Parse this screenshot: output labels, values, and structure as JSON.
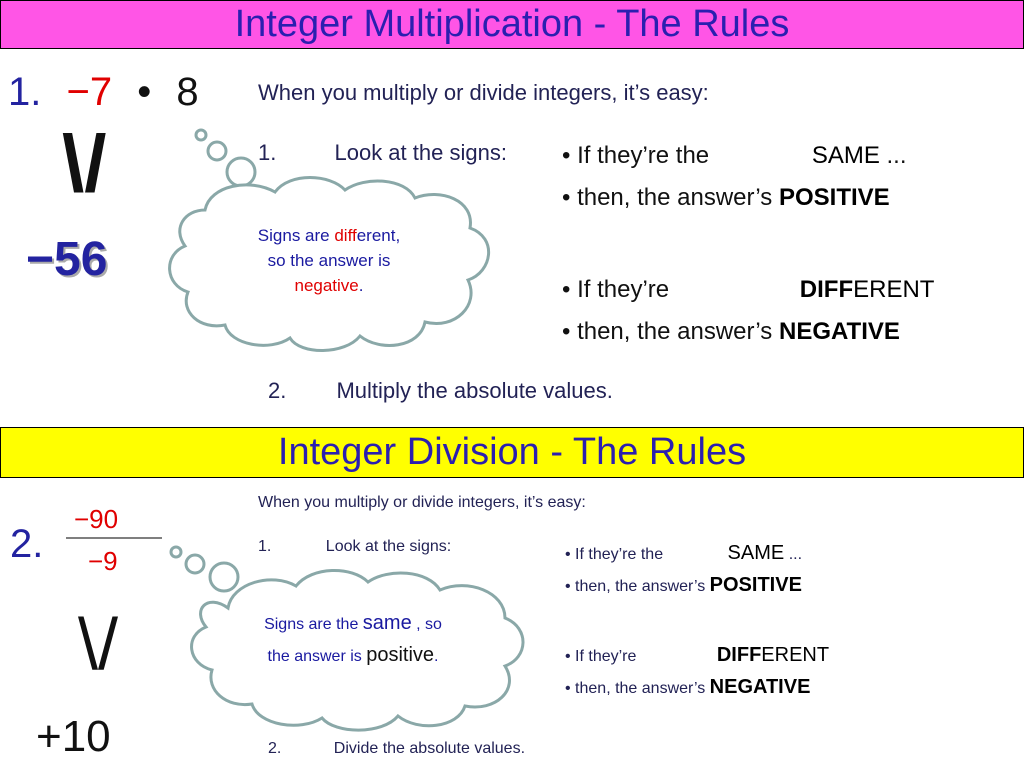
{
  "multiplication": {
    "title": "Integer Multiplication - The Rules",
    "example": {
      "number_label": "1.",
      "operand1": "−7",
      "operator": "•",
      "operand2": "8",
      "equals_glyph": "\\/",
      "result": "−56"
    },
    "intro": "When you multiply or divide integers, it’s easy:",
    "step1": {
      "num": "1.",
      "text": "Look at the signs:"
    },
    "rules": {
      "same_line_prefix": "• If they’re the",
      "same_word": "SAME",
      "same_suffix": "...",
      "positive_line_prefix": "• then, the answer’s",
      "positive_word": "POSITIVE",
      "diff_line_prefix": "• If they’re",
      "diff_word_red": "DIFF",
      "diff_word_rest": "ERENT",
      "negative_line_prefix": "• then, the answer’s",
      "negative_word": "NEGATIVE"
    },
    "bubble": {
      "part1": "Signs are ",
      "part2_red": "diff",
      "part3": "erent,",
      "line2": "so the answer is",
      "line3_red": "negative",
      "line3_end": "."
    },
    "step2": {
      "num": "2.",
      "text": "Multiply the absolute values."
    }
  },
  "division": {
    "title": "Integer Division - The Rules",
    "example": {
      "number_label": "2.",
      "numerator": "−90",
      "denominator": "−9",
      "equals_glyph": "\\/",
      "result": "+10"
    },
    "intro": "When you multiply or divide integers, it’s easy:",
    "step1": {
      "num": "1.",
      "text": "Look at the signs:"
    },
    "rules": {
      "same_line_prefix": "• If they’re the",
      "same_word": "SAME",
      "same_suffix": "...",
      "positive_line_prefix": "• then, the answer’s",
      "positive_word": "POSITIVE",
      "diff_line_prefix": "• If they’re",
      "diff_word_red": "DIFF",
      "diff_word_rest": "ERENT",
      "negative_line_prefix": "• then, the answer’s",
      "negative_word": "NEGATIVE"
    },
    "bubble": {
      "part1": "Signs are the ",
      "part2": "same",
      "part3": " , so",
      "line2_a": "the answer is ",
      "line2_b": "positive",
      "line2_end": "."
    },
    "step2": {
      "num": "2.",
      "text": "Divide the absolute values."
    }
  },
  "colors": {
    "mult_banner": "#ff55e6",
    "div_banner": "#ffff00",
    "title_text": "#2b1fb0",
    "emphasis_red": "#e00000",
    "cloud_stroke": "#8aa8a8"
  }
}
